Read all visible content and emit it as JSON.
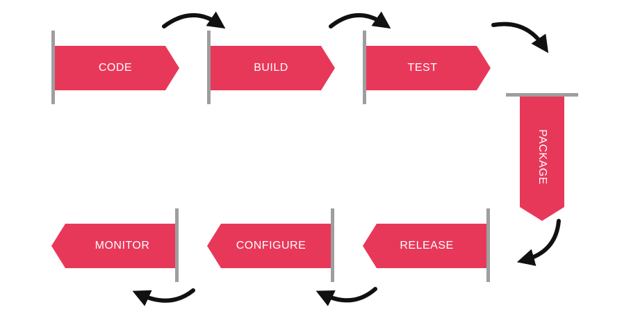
{
  "diagram": {
    "stages": [
      {
        "id": "code",
        "label": "CODE"
      },
      {
        "id": "build",
        "label": "BUILD"
      },
      {
        "id": "test",
        "label": "TEST"
      },
      {
        "id": "package",
        "label": "PACKAGE"
      },
      {
        "id": "release",
        "label": "RELEASE"
      },
      {
        "id": "configure",
        "label": "CONFIGURE"
      },
      {
        "id": "monitor",
        "label": "MONITOR"
      }
    ],
    "colors": {
      "stage_fill": "#E8385A",
      "post": "#9E9E9E",
      "arrow": "#111111",
      "label": "#FFFFFF"
    }
  }
}
